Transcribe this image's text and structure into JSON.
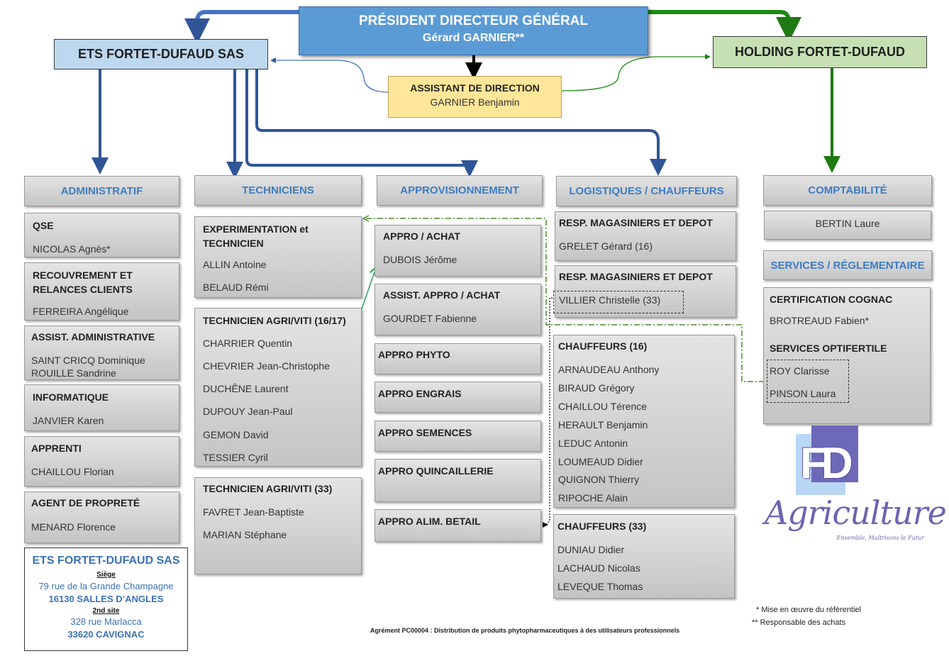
{
  "top": {
    "pdg_title": "PRÉSIDENT DIRECTEUR GÉNÉRAL",
    "pdg_name": "Gérard GARNIER**",
    "ets": "ETS FORTET-DUFAUD SAS",
    "holding": "HOLDING FORTET-DUFAUD",
    "assistant_title": "ASSISTANT DE DIRECTION",
    "assistant_name": "GARNIER Benjamin"
  },
  "columns": {
    "administratif": "ADMINISTRATIF",
    "techniciens": "TECHNICIENS",
    "approvisionnement": "APPROVISIONNEMENT",
    "logistiques": "LOGISTIQUES / CHAUFFEURS",
    "comptabilite": "COMPTABILITÉ",
    "services": "SERVICES / RÉGLEMENTAIRE"
  },
  "admin": [
    {
      "title": "QSE",
      "names": [
        "NICOLAS Agnès*"
      ]
    },
    {
      "title": "RECOUVREMENT ET RELANCES CLIENTS",
      "names": [
        "FERREIRA Angélique"
      ]
    },
    {
      "title": "ASSIST. ADMINISTRATIVE",
      "names": [
        "SAINT CRICQ Dominique",
        "ROUILLE Sandrine"
      ]
    },
    {
      "title": "INFORMATIQUE",
      "names": [
        "JANVIER Karen"
      ]
    },
    {
      "title": "APPRENTI",
      "names": [
        "CHAILLOU Florian"
      ]
    },
    {
      "title": "AGENT DE PROPRETÉ",
      "names": [
        "MENARD Florence"
      ]
    }
  ],
  "tech": [
    {
      "title": "EXPERIMENTATION et TECHNICIEN",
      "names": [
        "ALLIN Antoine",
        "BELAUD Rémi"
      ]
    },
    {
      "title": "TECHNICIEN AGRI/VITI (16/17)",
      "names": [
        "CHARRIER Quentin",
        "CHEVRIER Jean-Christophe",
        "DUCHÊNE Laurent",
        "DUPOUY Jean-Paul",
        "GEMON David",
        "TESSIER Cyril"
      ]
    },
    {
      "title": "TECHNICIEN AGRI/VITI (33)",
      "names": [
        "FAVRET Jean-Baptiste",
        "MARIAN Stéphane"
      ]
    }
  ],
  "appro": [
    {
      "title": "APPRO / ACHAT",
      "names": [
        "DUBOIS Jérôme"
      ]
    },
    {
      "title": "ASSIST. APPRO / ACHAT",
      "names": [
        "GOURDET Fabienne"
      ]
    },
    {
      "title": "APPRO PHYTO",
      "names": []
    },
    {
      "title": "APPRO ENGRAIS",
      "names": []
    },
    {
      "title": "APPRO SEMENCES",
      "names": []
    },
    {
      "title": "APPRO QUINCAILLERIE",
      "names": []
    },
    {
      "title": "APPRO ALIM. BETAIL",
      "names": []
    }
  ],
  "logi": [
    {
      "title": "RESP. MAGASINIERS ET DEPOT",
      "names": [
        "GRELET Gérard (16)"
      ]
    },
    {
      "title": "RESP. MAGASINIERS ET DEPOT",
      "names": [
        "VILLIER Christelle (33)"
      ]
    },
    {
      "title": "CHAUFFEURS (16)",
      "names": [
        "ARNAUDEAU Anthony",
        "BIRAUD Grégory",
        "CHAILLOU Térence",
        "HERAULT Benjamin",
        "LEDUC Antonin",
        "LOUMEAUD Didier",
        "QUIGNON Thierry",
        "RIPOCHE Alain"
      ]
    },
    {
      "title": "CHAUFFEURS (33)",
      "names": [
        "DUNIAU Didier",
        "LACHAUD Nicolas",
        "LEVEQUE Thomas"
      ]
    }
  ],
  "compta": {
    "names": [
      "BERTIN Laure"
    ]
  },
  "services": {
    "cert_title": "CERTIFICATION COGNAC",
    "cert_name": "BROTREAUD Fabien*",
    "opti_title": "SERVICES OPTIFERTILE",
    "opti_names": [
      "ROY Clarisse",
      "PINSON Laura"
    ]
  },
  "address": {
    "company": "ETS FORTET-DUFAUD SAS",
    "siege_label": "Siège",
    "siege_street": "79 rue de la Grande Champagne",
    "siege_city": "16130 SALLES D’ANGLES",
    "site2_label": "2nd site",
    "site2_street": "328 rue Marlacca",
    "site2_city": "33620 CAVIGNAC"
  },
  "notes": {
    "note1": "* Mise en œuvre du référentiel",
    "note2": "** Responsable des achats",
    "agrement": "Agrément PC00004 : Distribution de produits phytopharmaceutiques à des utilisateurs professionnels"
  },
  "logo": {
    "letters": "FD",
    "word": "Agriculture",
    "tagline": "Ensemble, Maîtrisons le Futur"
  },
  "colors": {
    "blue_line": "#4472c4",
    "green_line": "#2e7d1e",
    "header_text": "#3d7cc4"
  }
}
